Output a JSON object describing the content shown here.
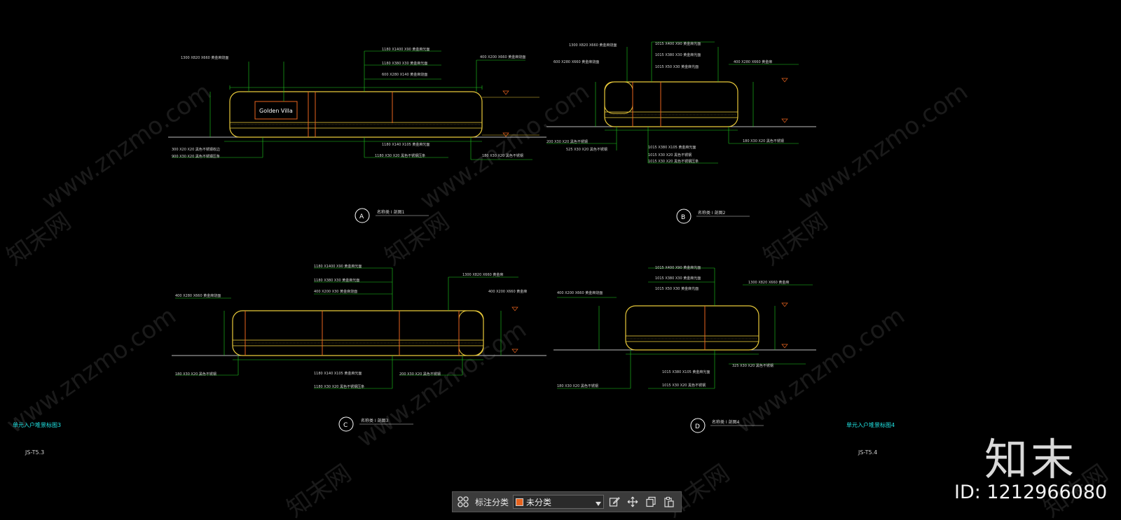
{
  "sheets": [
    {
      "label": "单元入户堆景标图3",
      "code": "JS-T5.3"
    },
    {
      "label": "单元入户堆景标图4",
      "code": "JS-T5.4"
    }
  ],
  "elevations": [
    {
      "tag": "A",
      "title": "名称类 Ⅰ 剖图1"
    },
    {
      "tag": "B",
      "title": "名称类 Ⅰ 剖图2"
    },
    {
      "tag": "C",
      "title": "名称类 Ⅰ 剖图3"
    },
    {
      "tag": "D",
      "title": "名称类 Ⅰ 剖图4"
    }
  ],
  "sign_text": "Golden Villa",
  "watermark": {
    "site": "www.znzmo.com",
    "brand": "知末网"
  },
  "logo_text": "知末",
  "image_id": "ID: 1212966080",
  "toolbar": {
    "label": "标注分类",
    "layer_value": "未分类",
    "layer_color": "#e8631e",
    "icons": [
      "grid-icon",
      "edit-icon",
      "move-icon",
      "copy-icon",
      "paste-icon"
    ]
  },
  "colors": {
    "outline": "#e8c93a",
    "divider": "#e8631e",
    "leader": "#1fcf1f",
    "ground": "#bdbdbd",
    "accent": "#21e6e6"
  }
}
